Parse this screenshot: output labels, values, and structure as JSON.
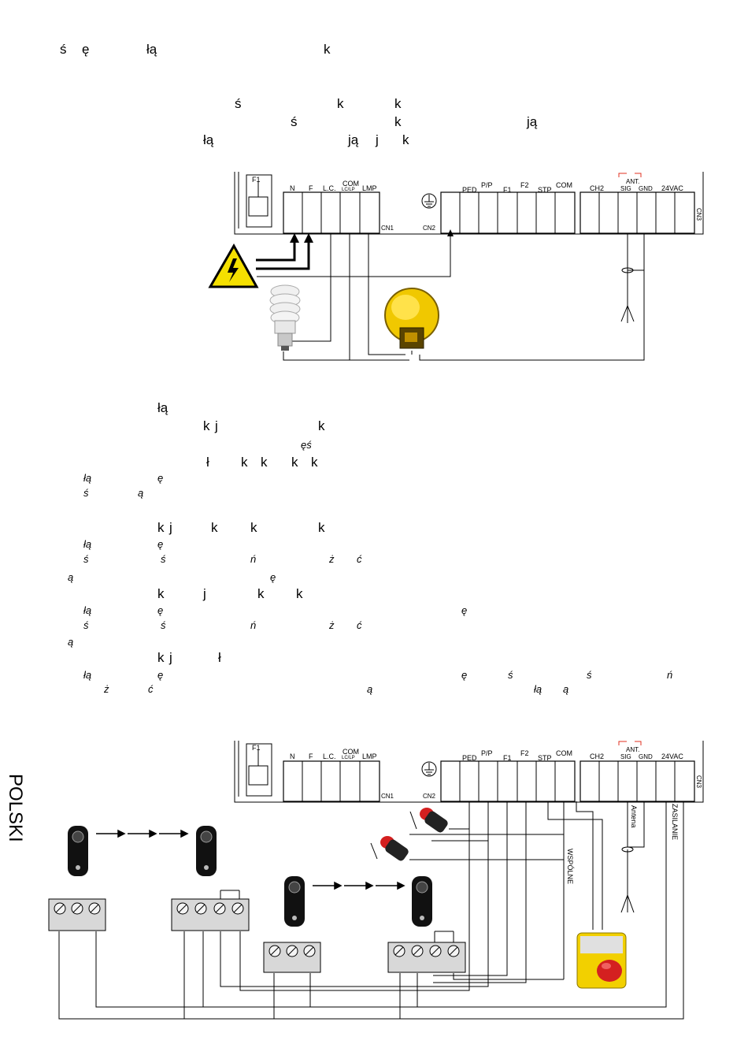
{
  "text_fragments": {
    "l1a": "ś",
    "l1b": "ę",
    "l1c": "łą",
    "l1d": "k",
    "p1a": "ś",
    "p1b": "k",
    "p1c": "k",
    "p2a": "ś",
    "p2b": "k",
    "p2c": "ją",
    "p3a": "łą",
    "p3b": "ją",
    "p3c": "j",
    "p3d": "k",
    "s1": "łą",
    "s2a": "k",
    "s2b": "j",
    "s2c": "k",
    "s3": "ęś",
    "s4a": "ł",
    "s4b": "k",
    "s4c": "k",
    "s4d": "k",
    "s4e": "k",
    "s5a": "łą",
    "s5b": "ę",
    "s6a": "ś",
    "s6b": "ą",
    "s7a": "k",
    "s7b": "j",
    "s7c": "k",
    "s7d": "k",
    "s7e": "k",
    "s8a": "łą",
    "s8b": "ę",
    "s9a": "ś",
    "s9b": "ś",
    "s9c": "ń",
    "s9d": "ż",
    "s9e": "ć",
    "s10a": "ą",
    "s10b": "ę",
    "s11a": "k",
    "s11b": "j",
    "s11c": "k",
    "s11d": "k",
    "s12a": "łą",
    "s12b": "ę",
    "s12c": "ę",
    "s13a": "ś",
    "s13b": "ś",
    "s13c": "ń",
    "s13d": "ż",
    "s13e": "ć",
    "s14": "ą",
    "s15a": "k",
    "s15b": "j",
    "s15c": "ł",
    "s16a": "łą",
    "s16b": "ę",
    "s16c": "ę",
    "s16d": "ś",
    "s16e": "ś",
    "s16f": "ń",
    "s17a": "ż",
    "s17b": "ć",
    "s17c": "ą",
    "s17d": "łą",
    "s17e": "ą"
  },
  "side_label": "POLSKI",
  "board": {
    "fuse": "F1",
    "cn1_terminals": [
      "N",
      "F",
      "L.C.",
      "COM",
      "LMP"
    ],
    "com_sub": "LC/LP",
    "cn1": "CN1",
    "cn2": "CN2",
    "cn2_terminals": [
      "PED",
      "P/P",
      "F1",
      "F2",
      "STP",
      "COM"
    ],
    "cn3_terminals": [
      "CH2",
      "SIG",
      "GND",
      "24VAC"
    ],
    "ant": "ANT.",
    "cn3": "CN3"
  },
  "diagram2_labels": {
    "wspolne": "WSPÓLNE",
    "antena": "Antena",
    "zasilanie": "ZASILANIE"
  },
  "colors": {
    "warning": "#f5e000",
    "lamp": "#f0c800",
    "stop_box": "#f2d000",
    "stop_button": "#d42020",
    "marker": "#e03020"
  }
}
